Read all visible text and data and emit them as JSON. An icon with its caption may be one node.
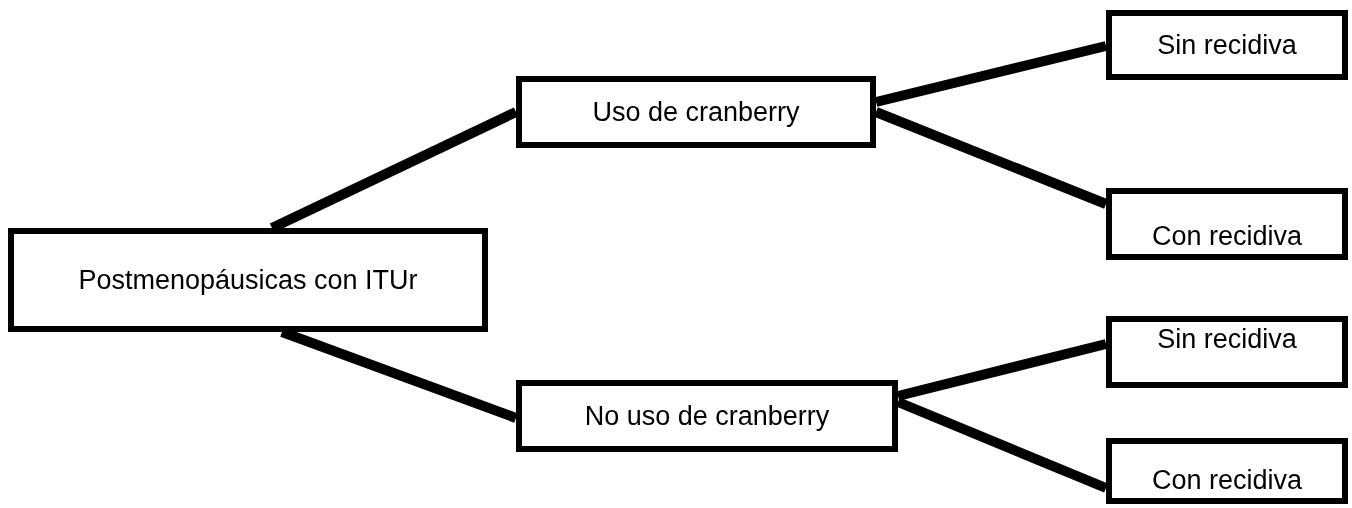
{
  "diagram": {
    "nodes": [
      {
        "text": [
          "Postmenopáusicas con ITUr"
        ]
      },
      {
        "text": [
          "Uso de cranberry"
        ]
      },
      {
        "text": [
          "No uso de cranberry"
        ]
      },
      {
        "text": [
          "Sin recidiva"
        ]
      },
      {
        "text": [
          "Con recidiva"
        ]
      },
      {
        "text": [
          "Sin recidiva"
        ]
      },
      {
        "text": [
          "Con recidiva"
        ]
      }
    ],
    "edges": [
      {
        "from": 0,
        "to": 1,
        "arrow": "none"
      },
      {
        "from": 0,
        "to": 2,
        "arrow": "none"
      },
      {
        "from": 1,
        "to": 3,
        "arrow": "none"
      },
      {
        "from": 1,
        "to": 4,
        "arrow": "none"
      },
      {
        "from": 2,
        "to": 5,
        "arrow": "none"
      },
      {
        "from": 2,
        "to": 6,
        "arrow": "none"
      }
    ]
  }
}
